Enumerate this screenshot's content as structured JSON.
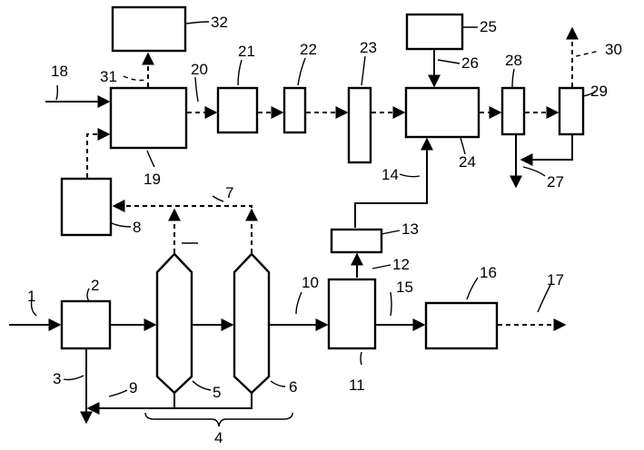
{
  "figure": {
    "labels": {
      "n1": "1",
      "n2": "2",
      "n3": "3",
      "n4": "4",
      "n5": "5",
      "n6": "6",
      "n7": "7",
      "n8": "8",
      "n9": "9",
      "n10": "10",
      "n11": "11",
      "n12": "12",
      "n13": "13",
      "n14": "14",
      "n15": "15",
      "n16": "16",
      "n17": "17",
      "n18": "18",
      "n19": "19",
      "n20": "20",
      "n21": "21",
      "n22": "22",
      "n23": "23",
      "n24": "24",
      "n25": "25",
      "n26": "26",
      "n27": "27",
      "n28": "28",
      "n29": "29",
      "n30": "30",
      "n31": "31",
      "n32": "32"
    }
  }
}
